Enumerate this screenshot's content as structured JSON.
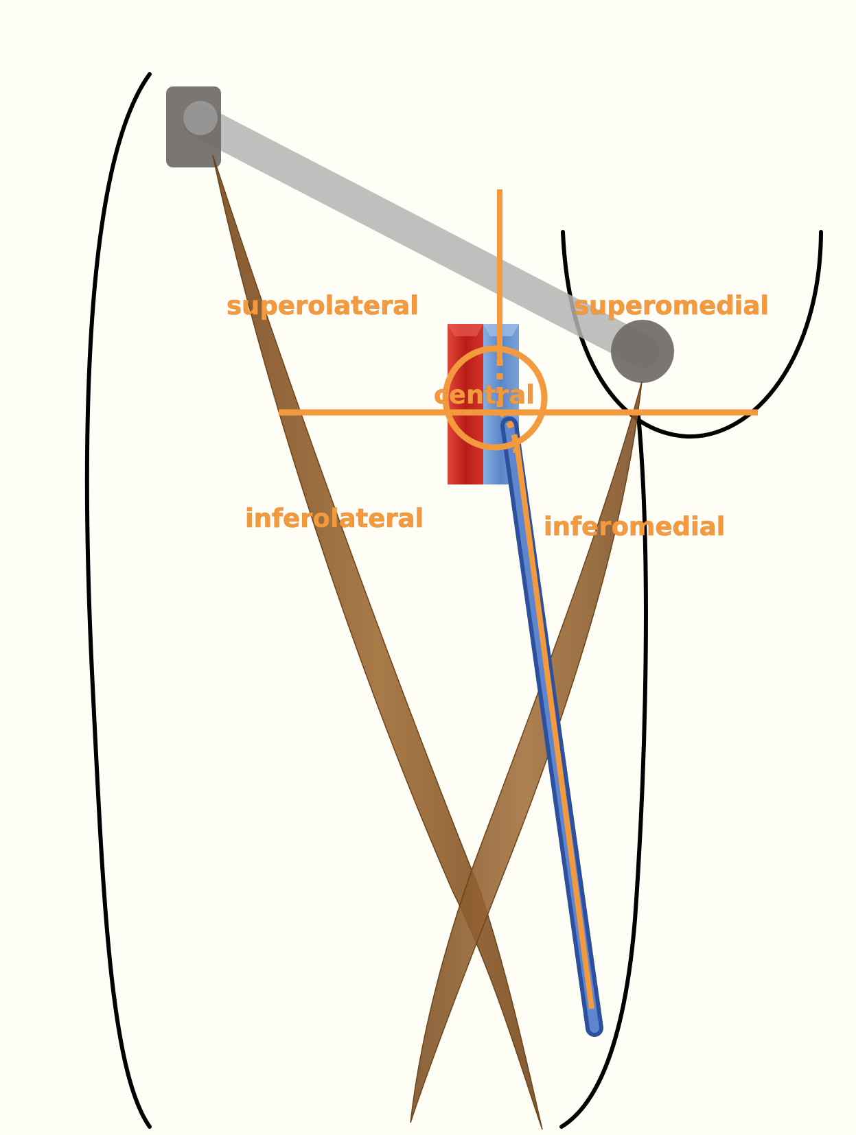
{
  "labels": {
    "superolateral": "superolateral",
    "superomedial": "superomedial",
    "central": "central",
    "inferolateral": "inferolateral",
    "inferomedial": "inferomedial"
  },
  "colors": {
    "background": "#fefef6",
    "outline": "#000000",
    "muscle": "#8f5e2d",
    "crosshair": "#f39a3f",
    "bar_gray": "#b7b7b7",
    "anchor_gray": "#6f6a68",
    "red_block": "#d02b22",
    "blue_block": "#6f9ad2",
    "blue_rod": "#3a63b6",
    "label_orange": "#f39a3f"
  }
}
